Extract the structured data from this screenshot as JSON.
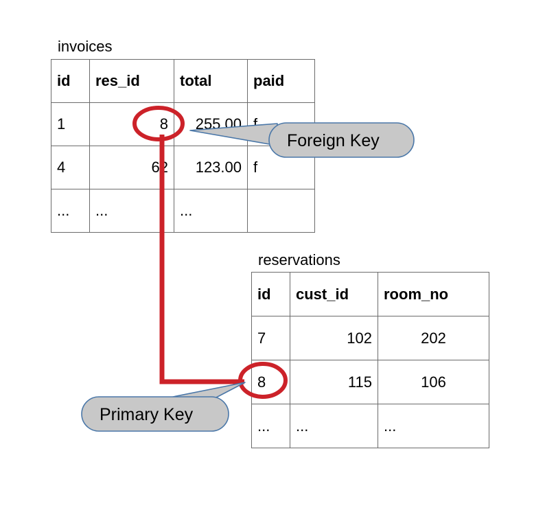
{
  "diagram": {
    "title_invoices": "invoices",
    "title_reservations": "reservations",
    "relationship": "invoices.res_id references reservations.id",
    "highlighted_value": "8",
    "colors": {
      "highlight_red": "#cc2229",
      "callout_fill": "#c8c8c8",
      "callout_border": "#4a77a8",
      "table_border": "#6b6b6b",
      "text": "#000000",
      "background": "#ffffff"
    }
  },
  "tables": {
    "invoices": {
      "name": "invoices",
      "columns": [
        {
          "label": "id",
          "align": "al-left"
        },
        {
          "label": "res_id",
          "align": "al-right"
        },
        {
          "label": "total",
          "align": "al-right"
        },
        {
          "label": "paid",
          "align": "al-left"
        }
      ],
      "rows": [
        {
          "id": "1",
          "res_id": "8",
          "total": "255.00",
          "paid": "f"
        },
        {
          "id": "4",
          "res_id": "62",
          "total": "123.00",
          "paid": "f"
        },
        {
          "id": "...",
          "res_id": "...",
          "total": "...",
          "paid": ""
        }
      ]
    },
    "reservations": {
      "name": "reservations",
      "columns": [
        {
          "label": "id",
          "align": "al-left"
        },
        {
          "label": "cust_id",
          "align": "al-right"
        },
        {
          "label": "room_no",
          "align": "al-center"
        }
      ],
      "rows": [
        {
          "id": "7",
          "cust_id": "102",
          "room_no": "202"
        },
        {
          "id": "8",
          "cust_id": "115",
          "room_no": "106"
        },
        {
          "id": "...",
          "cust_id": "...",
          "room_no": "..."
        }
      ]
    }
  },
  "callouts": {
    "foreign_key": {
      "label": "Foreign Key",
      "points_to": "invoices.res_id value 8"
    },
    "primary_key": {
      "label": "Primary Key",
      "points_to": "reservations.id value 8"
    }
  }
}
